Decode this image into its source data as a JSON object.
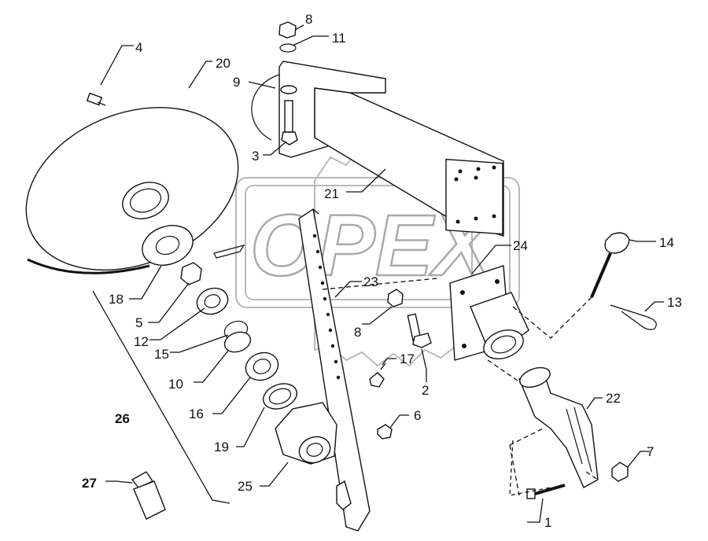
{
  "watermark": {
    "brand": "OPEX"
  },
  "callouts": [
    {
      "id": "c4",
      "text": "4"
    },
    {
      "id": "c20",
      "text": "20"
    },
    {
      "id": "c8a",
      "text": "8"
    },
    {
      "id": "c11",
      "text": "11"
    },
    {
      "id": "c9",
      "text": "9"
    },
    {
      "id": "c3",
      "text": "3"
    },
    {
      "id": "c21",
      "text": "21"
    },
    {
      "id": "c24",
      "text": "24"
    },
    {
      "id": "c23",
      "text": "23"
    },
    {
      "id": "c14",
      "text": "14"
    },
    {
      "id": "c13",
      "text": "13"
    },
    {
      "id": "c18",
      "text": "18"
    },
    {
      "id": "c5",
      "text": "5"
    },
    {
      "id": "c12",
      "text": "12"
    },
    {
      "id": "c15",
      "text": "15"
    },
    {
      "id": "c8b",
      "text": "8"
    },
    {
      "id": "c10",
      "text": "10"
    },
    {
      "id": "c17",
      "text": "17"
    },
    {
      "id": "c2",
      "text": "2"
    },
    {
      "id": "c16",
      "text": "16"
    },
    {
      "id": "c22",
      "text": "22"
    },
    {
      "id": "c26",
      "text": "26"
    },
    {
      "id": "c6",
      "text": "6"
    },
    {
      "id": "c19",
      "text": "19"
    },
    {
      "id": "c7",
      "text": "7"
    },
    {
      "id": "c27",
      "text": "27"
    },
    {
      "id": "c25",
      "text": "25"
    },
    {
      "id": "c1",
      "text": "1"
    }
  ]
}
